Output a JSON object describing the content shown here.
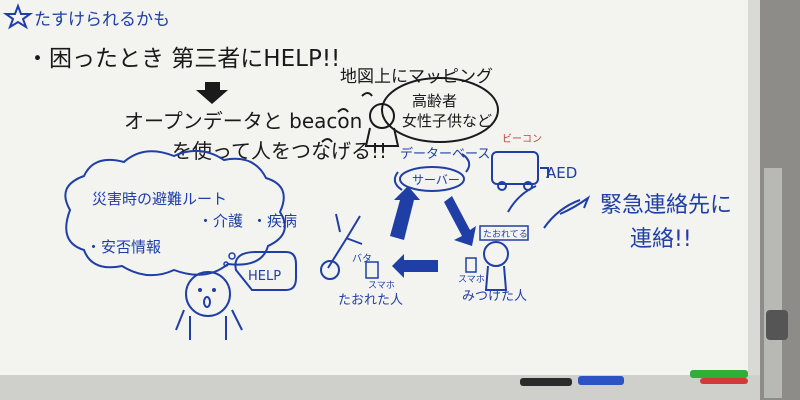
{
  "board": {
    "title": "たすけられるかも",
    "line1": "・困ったとき 第三者にHELP!!",
    "line2": "オープンデータと beacon",
    "line3": "を使って人をつなげる!!",
    "mapping": "地図上にマッピング",
    "elderly_line1": "高齢者",
    "elderly_line2": "女性子供など",
    "database": "データーベース",
    "server": "サーバー",
    "beacon_note": "ビーコン",
    "aed": "AED",
    "contact_line1": "緊急連絡先に",
    "contact_line2": "連絡!!",
    "cloud_item1": "災害時の避難ルート",
    "cloud_item2": "・介護",
    "cloud_item3": "・疾病",
    "cloud_item4": "・安否情報",
    "help": "HELP",
    "fallen_sign": "バタ",
    "phone_label_a": "スマホ",
    "fallen_caption": "たおれた人",
    "finder_sign": "たおれてる",
    "phone_label_b": "スマホ",
    "finder_caption": "みつけた人"
  },
  "colors": {
    "wall": "#9a9894",
    "board": "#f3f3f0",
    "ink_black": "#1a1a1a",
    "ink_blue": "#1f3fa6",
    "ink_red": "#d23a3a"
  }
}
